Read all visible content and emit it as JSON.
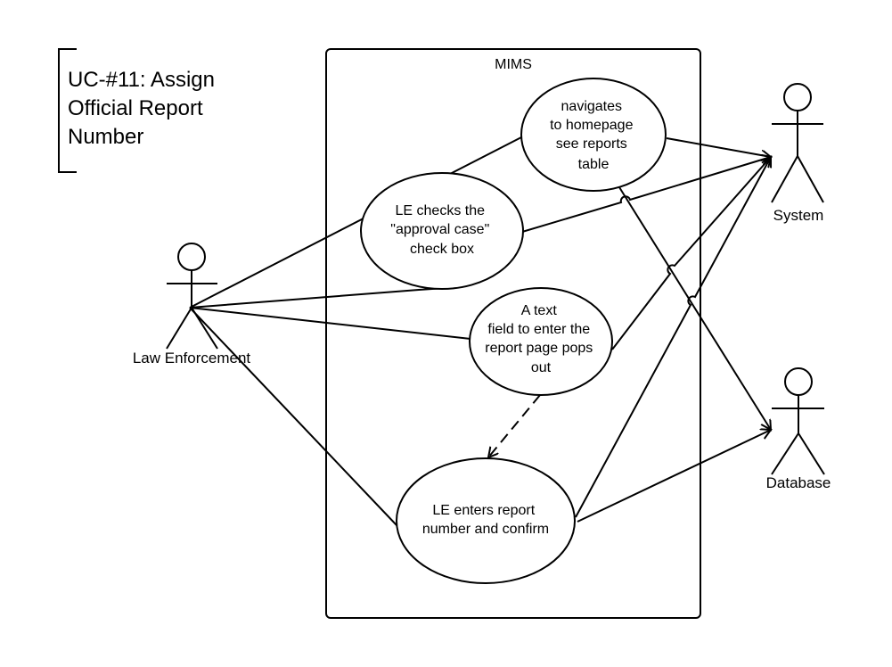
{
  "title": {
    "lines": [
      "UC-#11: Assign",
      "Official Report",
      "Number"
    ]
  },
  "system_boundary": {
    "label": "MIMS"
  },
  "actors": {
    "law_enforcement": {
      "label": "Law Enforcement"
    },
    "system": {
      "label": "System"
    },
    "database": {
      "label": "Database"
    }
  },
  "use_cases": {
    "navigate": {
      "lines": [
        "navigates",
        "to homepage",
        "see reports",
        "table"
      ]
    },
    "check_box": {
      "lines": [
        "LE checks the",
        "\"approval case\"",
        "check box"
      ]
    },
    "text_field": {
      "lines": [
        "A text",
        "field to enter the",
        "report page pops",
        "out"
      ]
    },
    "enter_report": {
      "lines": [
        "LE enters report",
        "number and confirm"
      ]
    }
  }
}
